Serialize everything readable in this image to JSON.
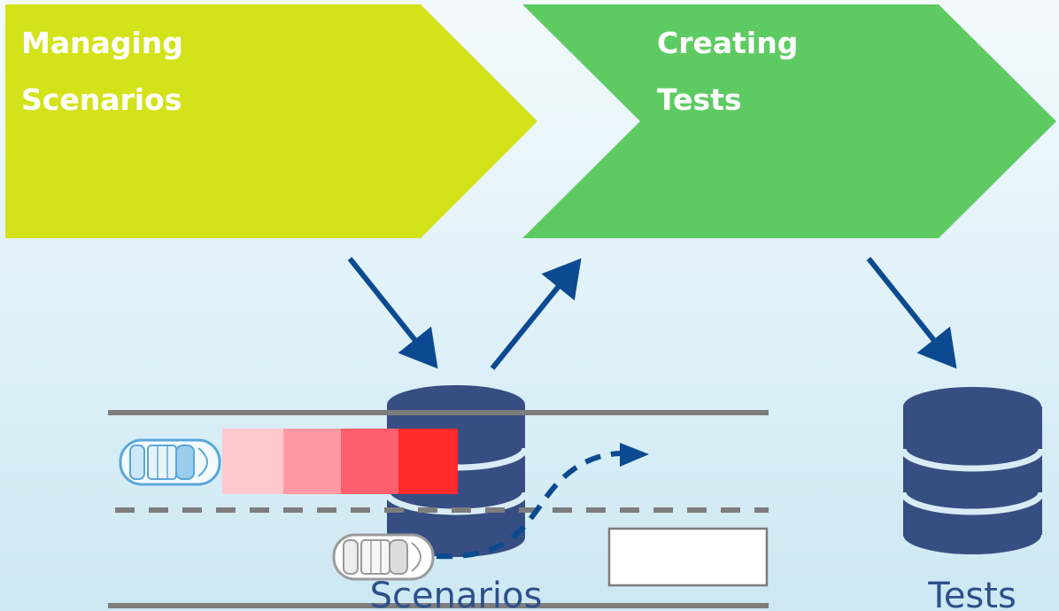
{
  "process": {
    "step1": {
      "line1": "Managing",
      "line2": "Scenarios"
    },
    "step2": {
      "line1": "Creating",
      "line2": "Tests"
    }
  },
  "databases": {
    "scenarios": {
      "label": "Scenarios"
    },
    "tests": {
      "label": "Tests"
    }
  },
  "colors": {
    "step1_fill": "#d4e21a",
    "step2_fill": "#5ecb62",
    "database_fill": "#364e82",
    "arrow": "#0b4a91",
    "road_line": "#7d7d7d",
    "trail": [
      "#ffc8cf",
      "#ff99a3",
      "#ff5e6c",
      "#ff2a2a"
    ]
  }
}
